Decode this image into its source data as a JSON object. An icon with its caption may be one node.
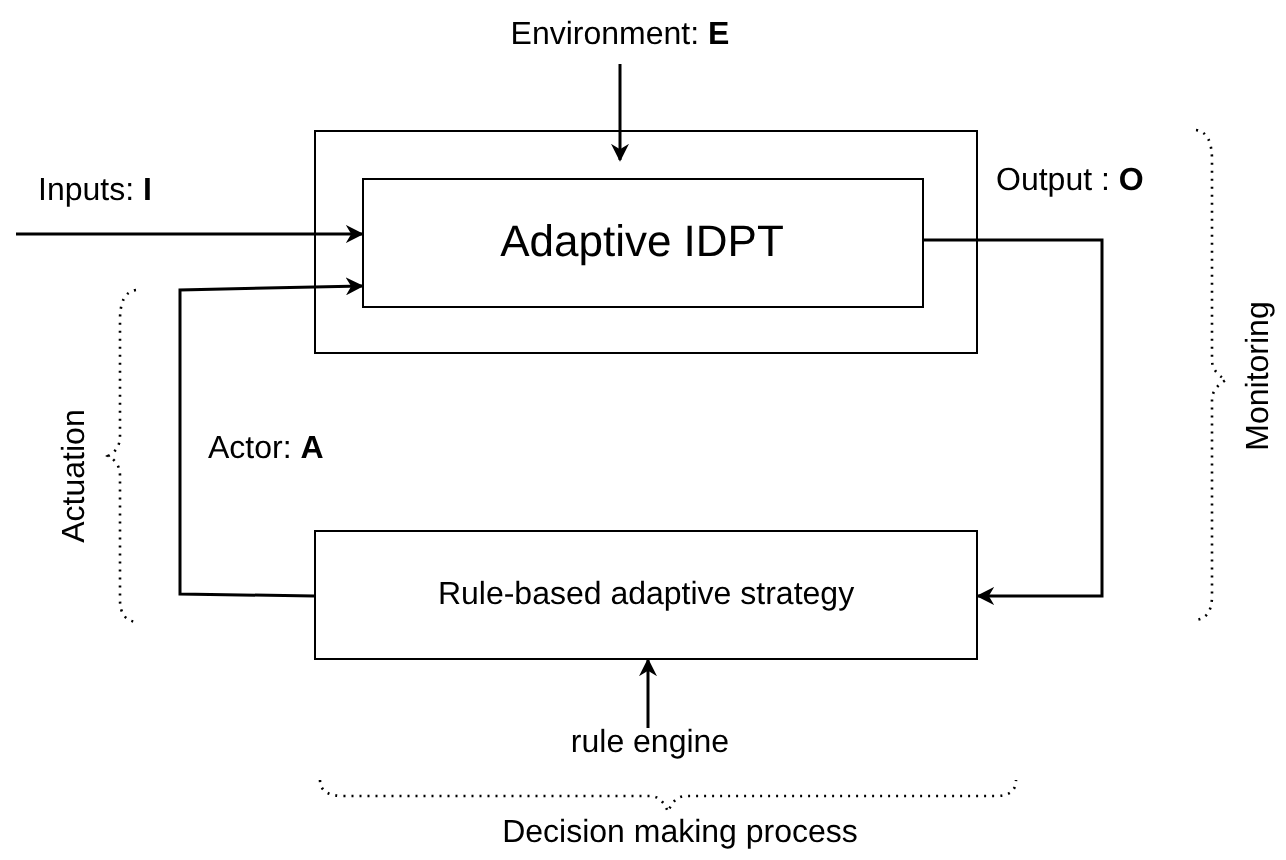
{
  "diagram": {
    "nodes": [
      {
        "text": [],
        "shape": "box"
      },
      {
        "text": [
          "Adaptive IDPT"
        ],
        "in": 0
      },
      {
        "text": [
          "Rule-based adaptive strategy"
        ]
      },
      {
        "text": [
          "Environment: **E**"
        ]
      },
      {
        "text": [
          "rule engine"
        ]
      }
    ],
    "edges": [
      {
        "from": 3,
        "to": 1,
        "arrow": "to"
      },
      {
        "from": null,
        "to": 1,
        "arrow": "to",
        "label": "Inputs: **I**"
      },
      {
        "from": 1,
        "to": 2,
        "arrow": "to",
        "label": "Output : **O**"
      },
      {
        "from": 2,
        "to": 1,
        "arrow": "to",
        "label": "Actor: **A**"
      },
      {
        "from": 4,
        "to": 2,
        "arrow": "to"
      }
    ],
    "labels": [
      "Actuation",
      "Monitoring",
      "Decision making process"
    ]
  }
}
